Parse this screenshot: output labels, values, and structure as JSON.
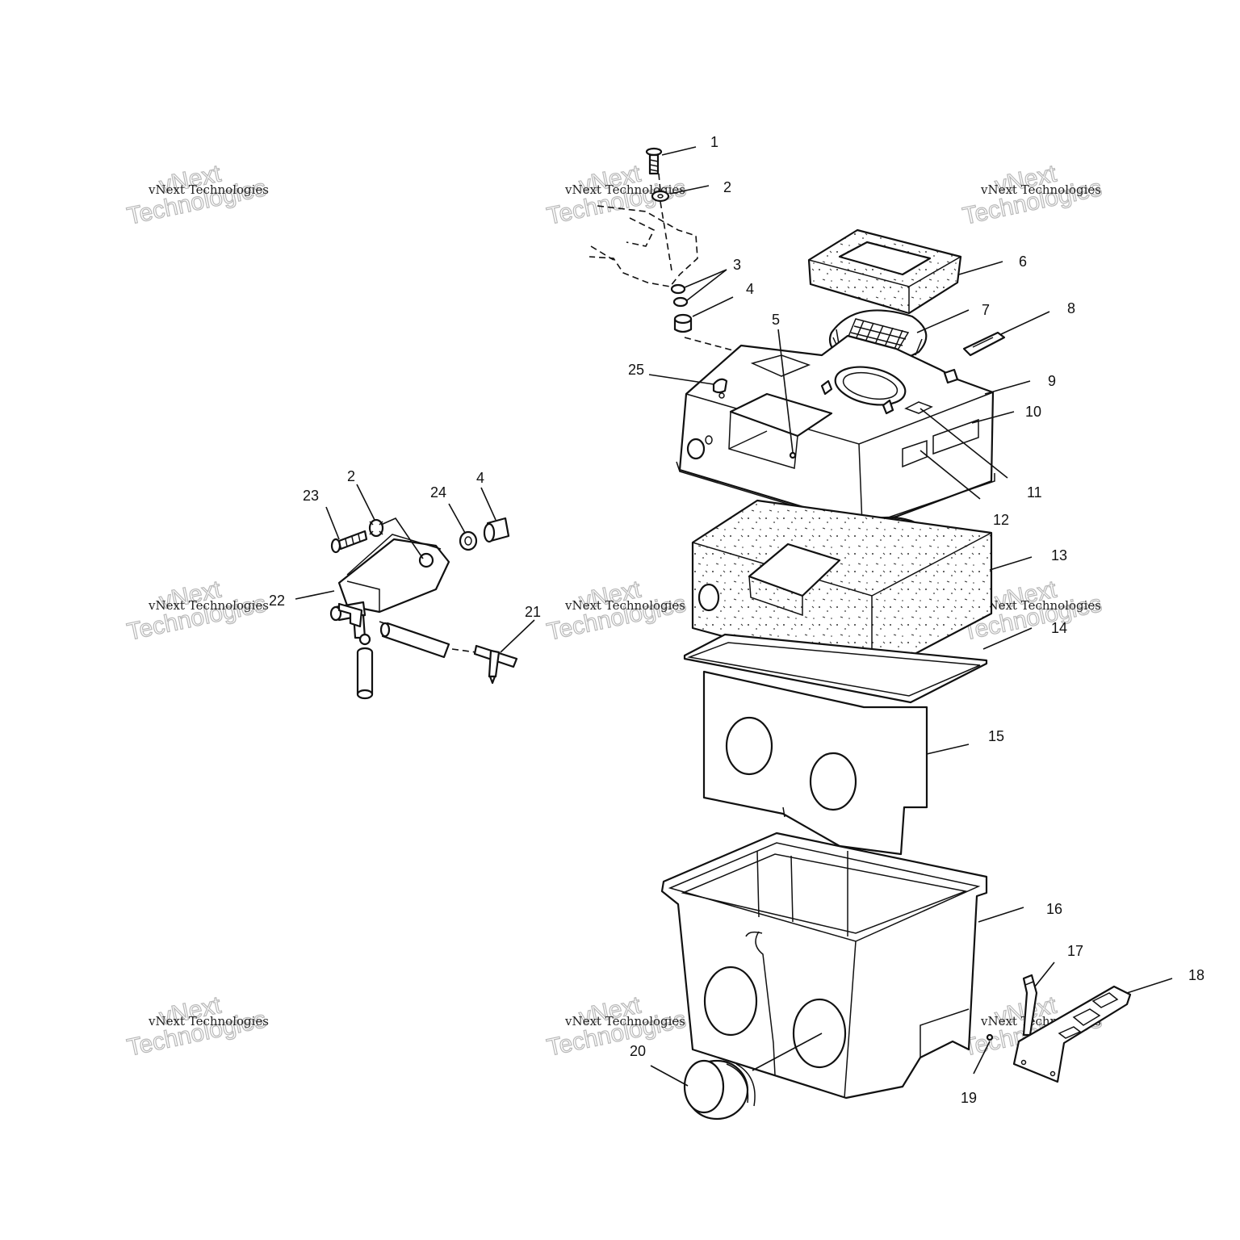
{
  "diagram": {
    "callouts": [
      "1",
      "2",
      "3",
      "4",
      "5",
      "6",
      "7",
      "8",
      "9",
      "10",
      "11",
      "12",
      "13",
      "14",
      "15",
      "16",
      "17",
      "18",
      "19",
      "20",
      "21",
      "22",
      "23",
      "2",
      "24",
      "4",
      "25"
    ],
    "watermark": {
      "line1": "vNext Technologies",
      "line2": "vNext",
      "line3": "Technologies"
    },
    "colors": {
      "ink": "#111111",
      "paper": "#ffffff",
      "watermark": "#b8b8b8"
    }
  }
}
